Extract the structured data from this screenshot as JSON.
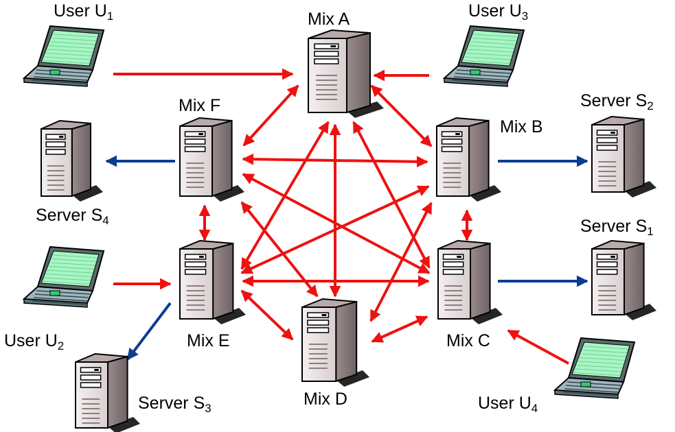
{
  "colors": {
    "mix_link": "#ee1111",
    "server_link": "#0b3d91",
    "laptop_screen": "#a8f5c4"
  },
  "icons": {
    "mix": "server-tower-icon",
    "server": "server-tower-icon",
    "user": "laptop-icon"
  },
  "nodes": {
    "mix_a": {
      "name": "Mix A"
    },
    "mix_b": {
      "name": "Mix B"
    },
    "mix_c": {
      "name": "Mix C"
    },
    "mix_d": {
      "name": "Mix D"
    },
    "mix_e": {
      "name": "Mix E"
    },
    "mix_f": {
      "name": "Mix F"
    },
    "user_1": {
      "name": "User U",
      "sub": "1"
    },
    "user_2": {
      "name": "User U",
      "sub": "2"
    },
    "user_3": {
      "name": "User U",
      "sub": "3"
    },
    "user_4": {
      "name": "User U",
      "sub": "4"
    },
    "server_1": {
      "name": "Server S",
      "sub": "1"
    },
    "server_2": {
      "name": "Server S",
      "sub": "2"
    },
    "server_3": {
      "name": "Server S",
      "sub": "3"
    },
    "server_4": {
      "name": "Server S",
      "sub": "4"
    }
  },
  "mix_links": [
    [
      "mix_a",
      "mix_b"
    ],
    [
      "mix_a",
      "mix_c"
    ],
    [
      "mix_a",
      "mix_d"
    ],
    [
      "mix_a",
      "mix_e"
    ],
    [
      "mix_a",
      "mix_f"
    ],
    [
      "mix_b",
      "mix_c"
    ],
    [
      "mix_b",
      "mix_d"
    ],
    [
      "mix_b",
      "mix_e"
    ],
    [
      "mix_b",
      "mix_f"
    ],
    [
      "mix_c",
      "mix_d"
    ],
    [
      "mix_c",
      "mix_e"
    ],
    [
      "mix_c",
      "mix_f"
    ],
    [
      "mix_d",
      "mix_e"
    ],
    [
      "mix_d",
      "mix_f"
    ],
    [
      "mix_e",
      "mix_f"
    ]
  ],
  "user_links": [
    [
      "user_1",
      "mix_a"
    ],
    [
      "user_3",
      "mix_a"
    ],
    [
      "user_2",
      "mix_e"
    ],
    [
      "user_4",
      "mix_c"
    ]
  ],
  "server_links": [
    [
      "mix_f",
      "server_4"
    ],
    [
      "mix_b",
      "server_2"
    ],
    [
      "mix_c",
      "server_1"
    ],
    [
      "mix_e",
      "server_3"
    ]
  ]
}
